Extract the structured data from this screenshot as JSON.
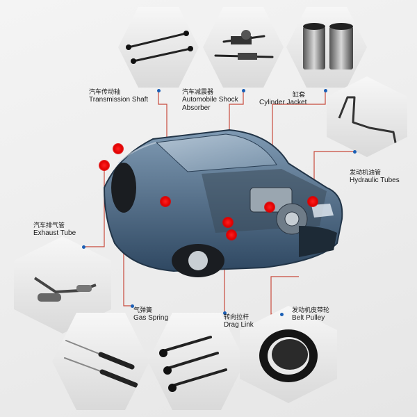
{
  "parts": [
    {
      "id": "transmission-shaft",
      "cn": "汽车传动轴",
      "en": "Transmission Shaft",
      "icon": "transmission-shaft-icon"
    },
    {
      "id": "shock-absorber",
      "cn": "汽车减震器",
      "en": "Automobile Shock Absorber",
      "en_line1": "Automobile Shock",
      "en_line2": "Absorber",
      "icon": "shock-absorber-icon"
    },
    {
      "id": "cylinder-jacket",
      "cn": "缸套",
      "en": "Cylinder Jacket",
      "icon": "cylinder-jacket-icon"
    },
    {
      "id": "hydraulic-tubes",
      "cn": "发动机油管",
      "en": "Hydraulic Tubes",
      "icon": "hydraulic-tube-icon"
    },
    {
      "id": "exhaust-tube",
      "cn": "汽车排气管",
      "en": "Exhaust Tube",
      "icon": "exhaust-pipe-icon"
    },
    {
      "id": "gas-spring",
      "cn": "气弹簧",
      "en": "Gas Spring",
      "icon": "gas-spring-icon"
    },
    {
      "id": "drag-link",
      "cn": "转向拉杆",
      "en": "Drag Link",
      "icon": "drag-link-icon"
    },
    {
      "id": "belt-pulley",
      "cn": "发动机皮带轮",
      "en": "Belt Pulley",
      "icon": "belt-pulley-icon"
    }
  ],
  "colors": {
    "marker": "#e00000",
    "leader_line": "#c84a3c",
    "pin": "#1b5fb5",
    "car_body": "#4f6f8f"
  }
}
